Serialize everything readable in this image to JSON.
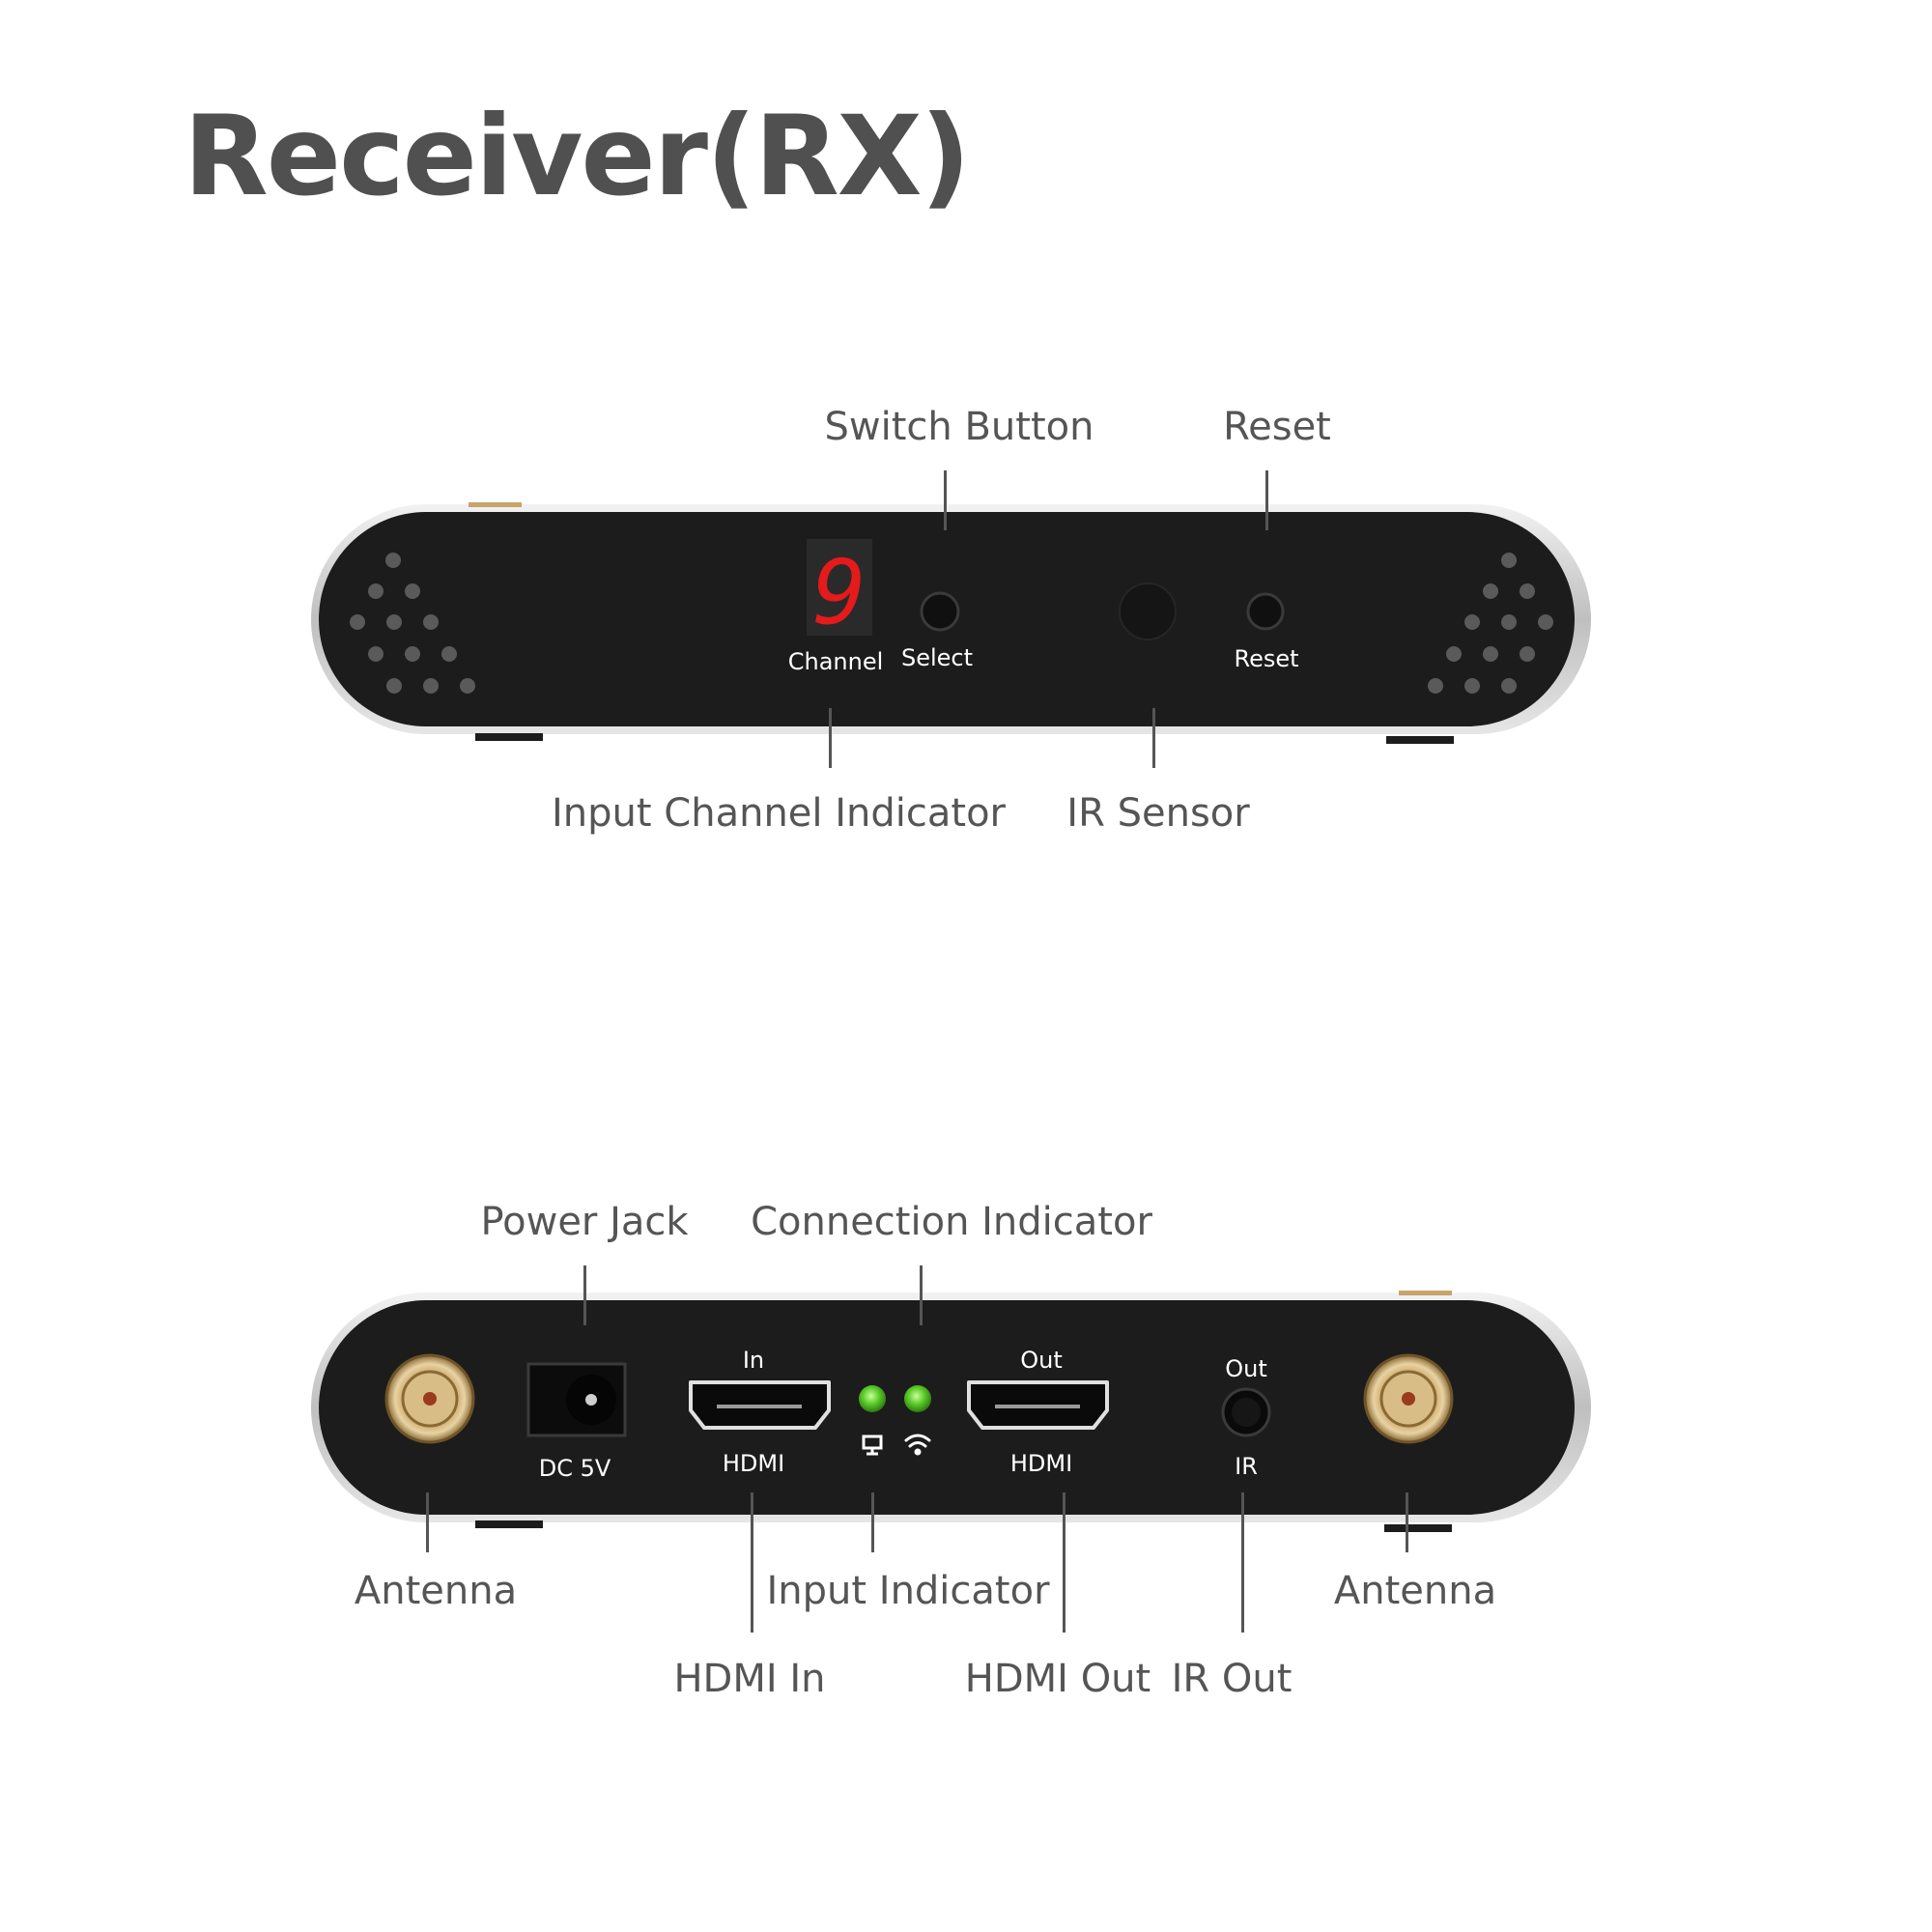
{
  "title": "Receiver(RX)",
  "front": {
    "panel": {
      "channel_digit": "9",
      "channel_label": "Channel",
      "select_label": "Select",
      "reset_label": "Reset"
    },
    "callouts": {
      "switch_button": "Switch Button",
      "reset": "Reset",
      "input_channel_indicator": "Input Channel Indicator",
      "ir_sensor": "IR Sensor"
    }
  },
  "rear": {
    "panel": {
      "dc_label": "DC 5V",
      "hdmi_in_top": "In",
      "hdmi_in_bottom": "HDMI",
      "hdmi_out_top": "Out",
      "hdmi_out_bottom": "HDMI",
      "ir_top": "Out",
      "ir_bottom": "IR"
    },
    "callouts": {
      "power_jack": "Power Jack",
      "connection_indicator": "Connection Indicator",
      "antenna_left": "Antenna",
      "input_indicator": "Input Indicator",
      "antenna_right": "Antenna",
      "hdmi_in": "HDMI In",
      "hdmi_out": "HDMI Out",
      "ir_out": "IR Out"
    }
  },
  "colors": {
    "body": "#1c1c1c",
    "shell": "#d8d8d8",
    "label_text": "#555555",
    "led_red": "#e51a1a",
    "led_green": "#5ccc2a"
  }
}
